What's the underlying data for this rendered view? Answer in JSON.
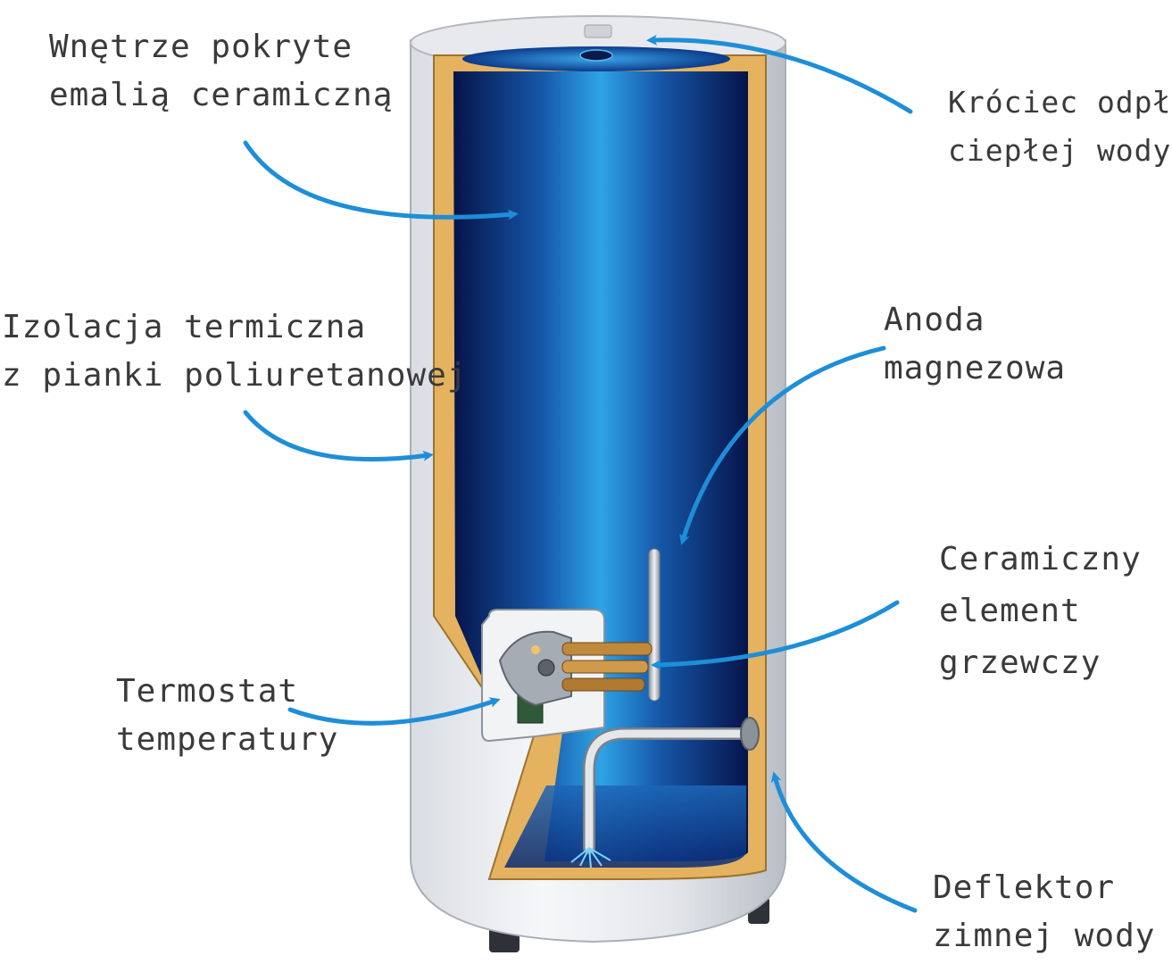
{
  "colors": {
    "arrow": "#1e8ed8",
    "text": "#3a3a3a",
    "insulation": "#e5b25f",
    "shell": "#e9ebee",
    "water_dark": "#06144a",
    "water_light": "#2b9ae0"
  },
  "labels": {
    "inner_coating": {
      "line1": "Wnętrze pokryte",
      "line2": "emalią ceramiczną"
    },
    "hot_outlet": {
      "line1": "Króciec odpływu",
      "line2": "ciepłej wody"
    },
    "insulation": {
      "line1": "Izolacja termiczna",
      "line2": "z pianki poliuretanowej"
    },
    "anode": {
      "line1": "Anoda",
      "line2": "magnezowa"
    },
    "heating_element": {
      "line1": "Ceramiczny",
      "line2": "element",
      "line3": "grzewczy"
    },
    "thermostat": {
      "line1": "Termostat",
      "line2": "temperatury"
    },
    "deflector": {
      "line1": "Deflektor",
      "line2": "zimnej wody"
    }
  }
}
